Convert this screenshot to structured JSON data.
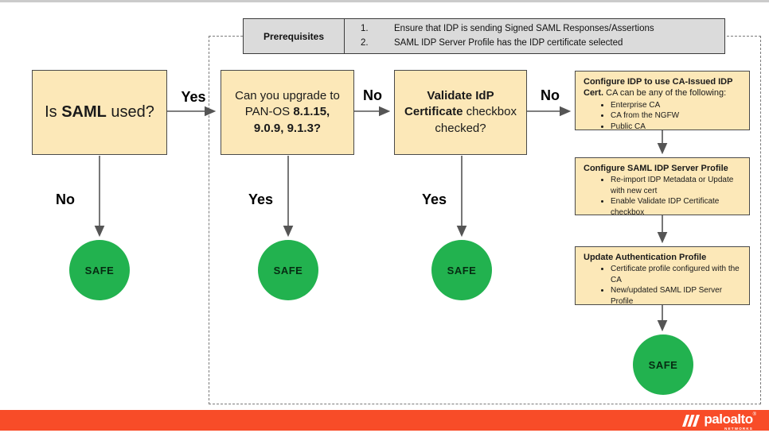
{
  "colors": {
    "box_fill": "#fce8b8",
    "box_border": "#4a4a4a",
    "safe_green": "#22b24f",
    "footer_orange": "#f84c28",
    "prereq_fill": "#dbdbdb",
    "arrow_gray": "#555555"
  },
  "prerequisites": {
    "label": "Prerequisites",
    "items": [
      {
        "num": "1.",
        "text": "Ensure that IDP is sending Signed SAML Responses/Assertions"
      },
      {
        "num": "2.",
        "text": "SAML IDP Server Profile has the IDP certificate selected"
      }
    ]
  },
  "decisions": {
    "q1": {
      "t1": "Is ",
      "b": "SAML",
      "t2": " used?"
    },
    "q2": {
      "t1": "Can you upgrade to PAN-OS ",
      "b": "8.1.15, 9.0.9, 9.1.3?"
    },
    "q3": {
      "b": "Validate IdP Certificate",
      "t2": " checkbox checked?"
    }
  },
  "edges": {
    "yes_1": "Yes",
    "no_2": "No",
    "no_3": "No",
    "no_down_1": "No",
    "yes_down_2": "Yes",
    "yes_down_3": "Yes"
  },
  "safe_label": "SAFE",
  "actions": [
    {
      "title": "Configure IDP to use CA-Issued IDP Cert.",
      "subtitle": " CA can be any of the following:",
      "bullets": [
        "Enterprise CA",
        "CA from the NGFW",
        "Public CA"
      ]
    },
    {
      "title": "Configure SAML IDP Server Profile",
      "subtitle": "",
      "bullets": [
        "Re-import IDP Metadata or Update with new cert",
        "Enable Validate IDP Certificate checkbox"
      ]
    },
    {
      "title": "Update Authentication Profile",
      "subtitle": "",
      "bullets": [
        "Certificate profile configured with the CA",
        "New/updated SAML IDP Server Profile"
      ]
    }
  ],
  "footer": {
    "brand": "paloalto",
    "registered": "®",
    "tagline": "NETWORKS"
  }
}
